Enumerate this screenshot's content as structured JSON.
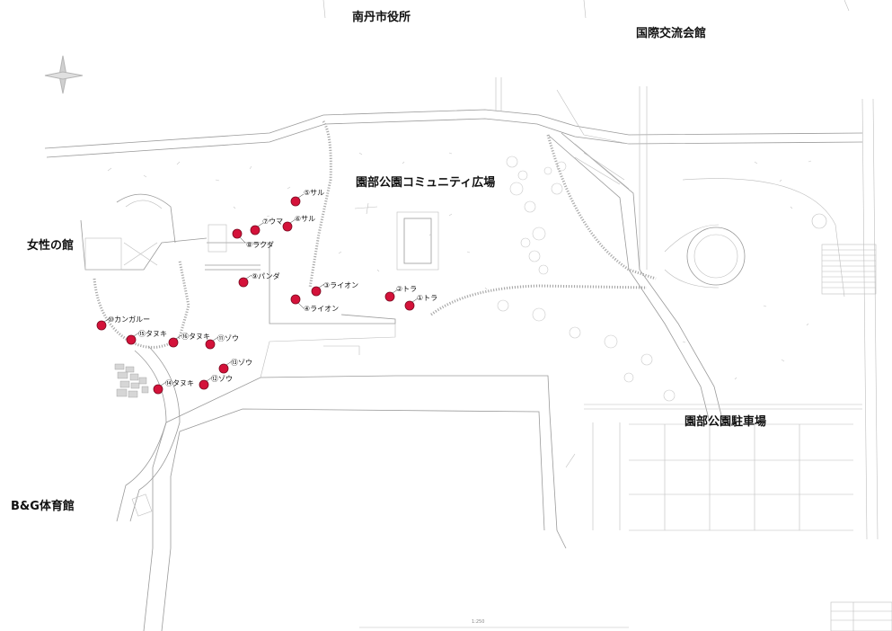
{
  "places": {
    "city_hall": "南丹市役所",
    "intl_center": "国際交流会館",
    "plaza": "園部公園コミュニティ広場",
    "womens_hall": "女性の館",
    "parking": "園部公園駐車場",
    "gym": "B&G体育館"
  },
  "pois": [
    {
      "id": "p1",
      "label": "①トラ"
    },
    {
      "id": "p2",
      "label": "②トラ"
    },
    {
      "id": "p3",
      "label": "③ライオン"
    },
    {
      "id": "p4",
      "label": "④ライオン"
    },
    {
      "id": "p5",
      "label": "⑤サル"
    },
    {
      "id": "p6",
      "label": "⑥サル"
    },
    {
      "id": "p7",
      "label": "⑦ウマ"
    },
    {
      "id": "p8",
      "label": "⑧ラクダ"
    },
    {
      "id": "p9",
      "label": "⑨パンダ"
    },
    {
      "id": "p10",
      "label": "⑩カンガルー"
    },
    {
      "id": "p11",
      "label": "⑪ゾウ"
    },
    {
      "id": "p12",
      "label": "⑫ゾウ"
    },
    {
      "id": "p13",
      "label": "⑬ゾウ"
    },
    {
      "id": "p14",
      "label": "⑭タヌキ"
    },
    {
      "id": "p15",
      "label": "⑮タヌキ"
    },
    {
      "id": "p16",
      "label": "⑯タヌキ"
    }
  ],
  "map": {
    "scale": "1:250",
    "marker_color": "#d4123a"
  }
}
